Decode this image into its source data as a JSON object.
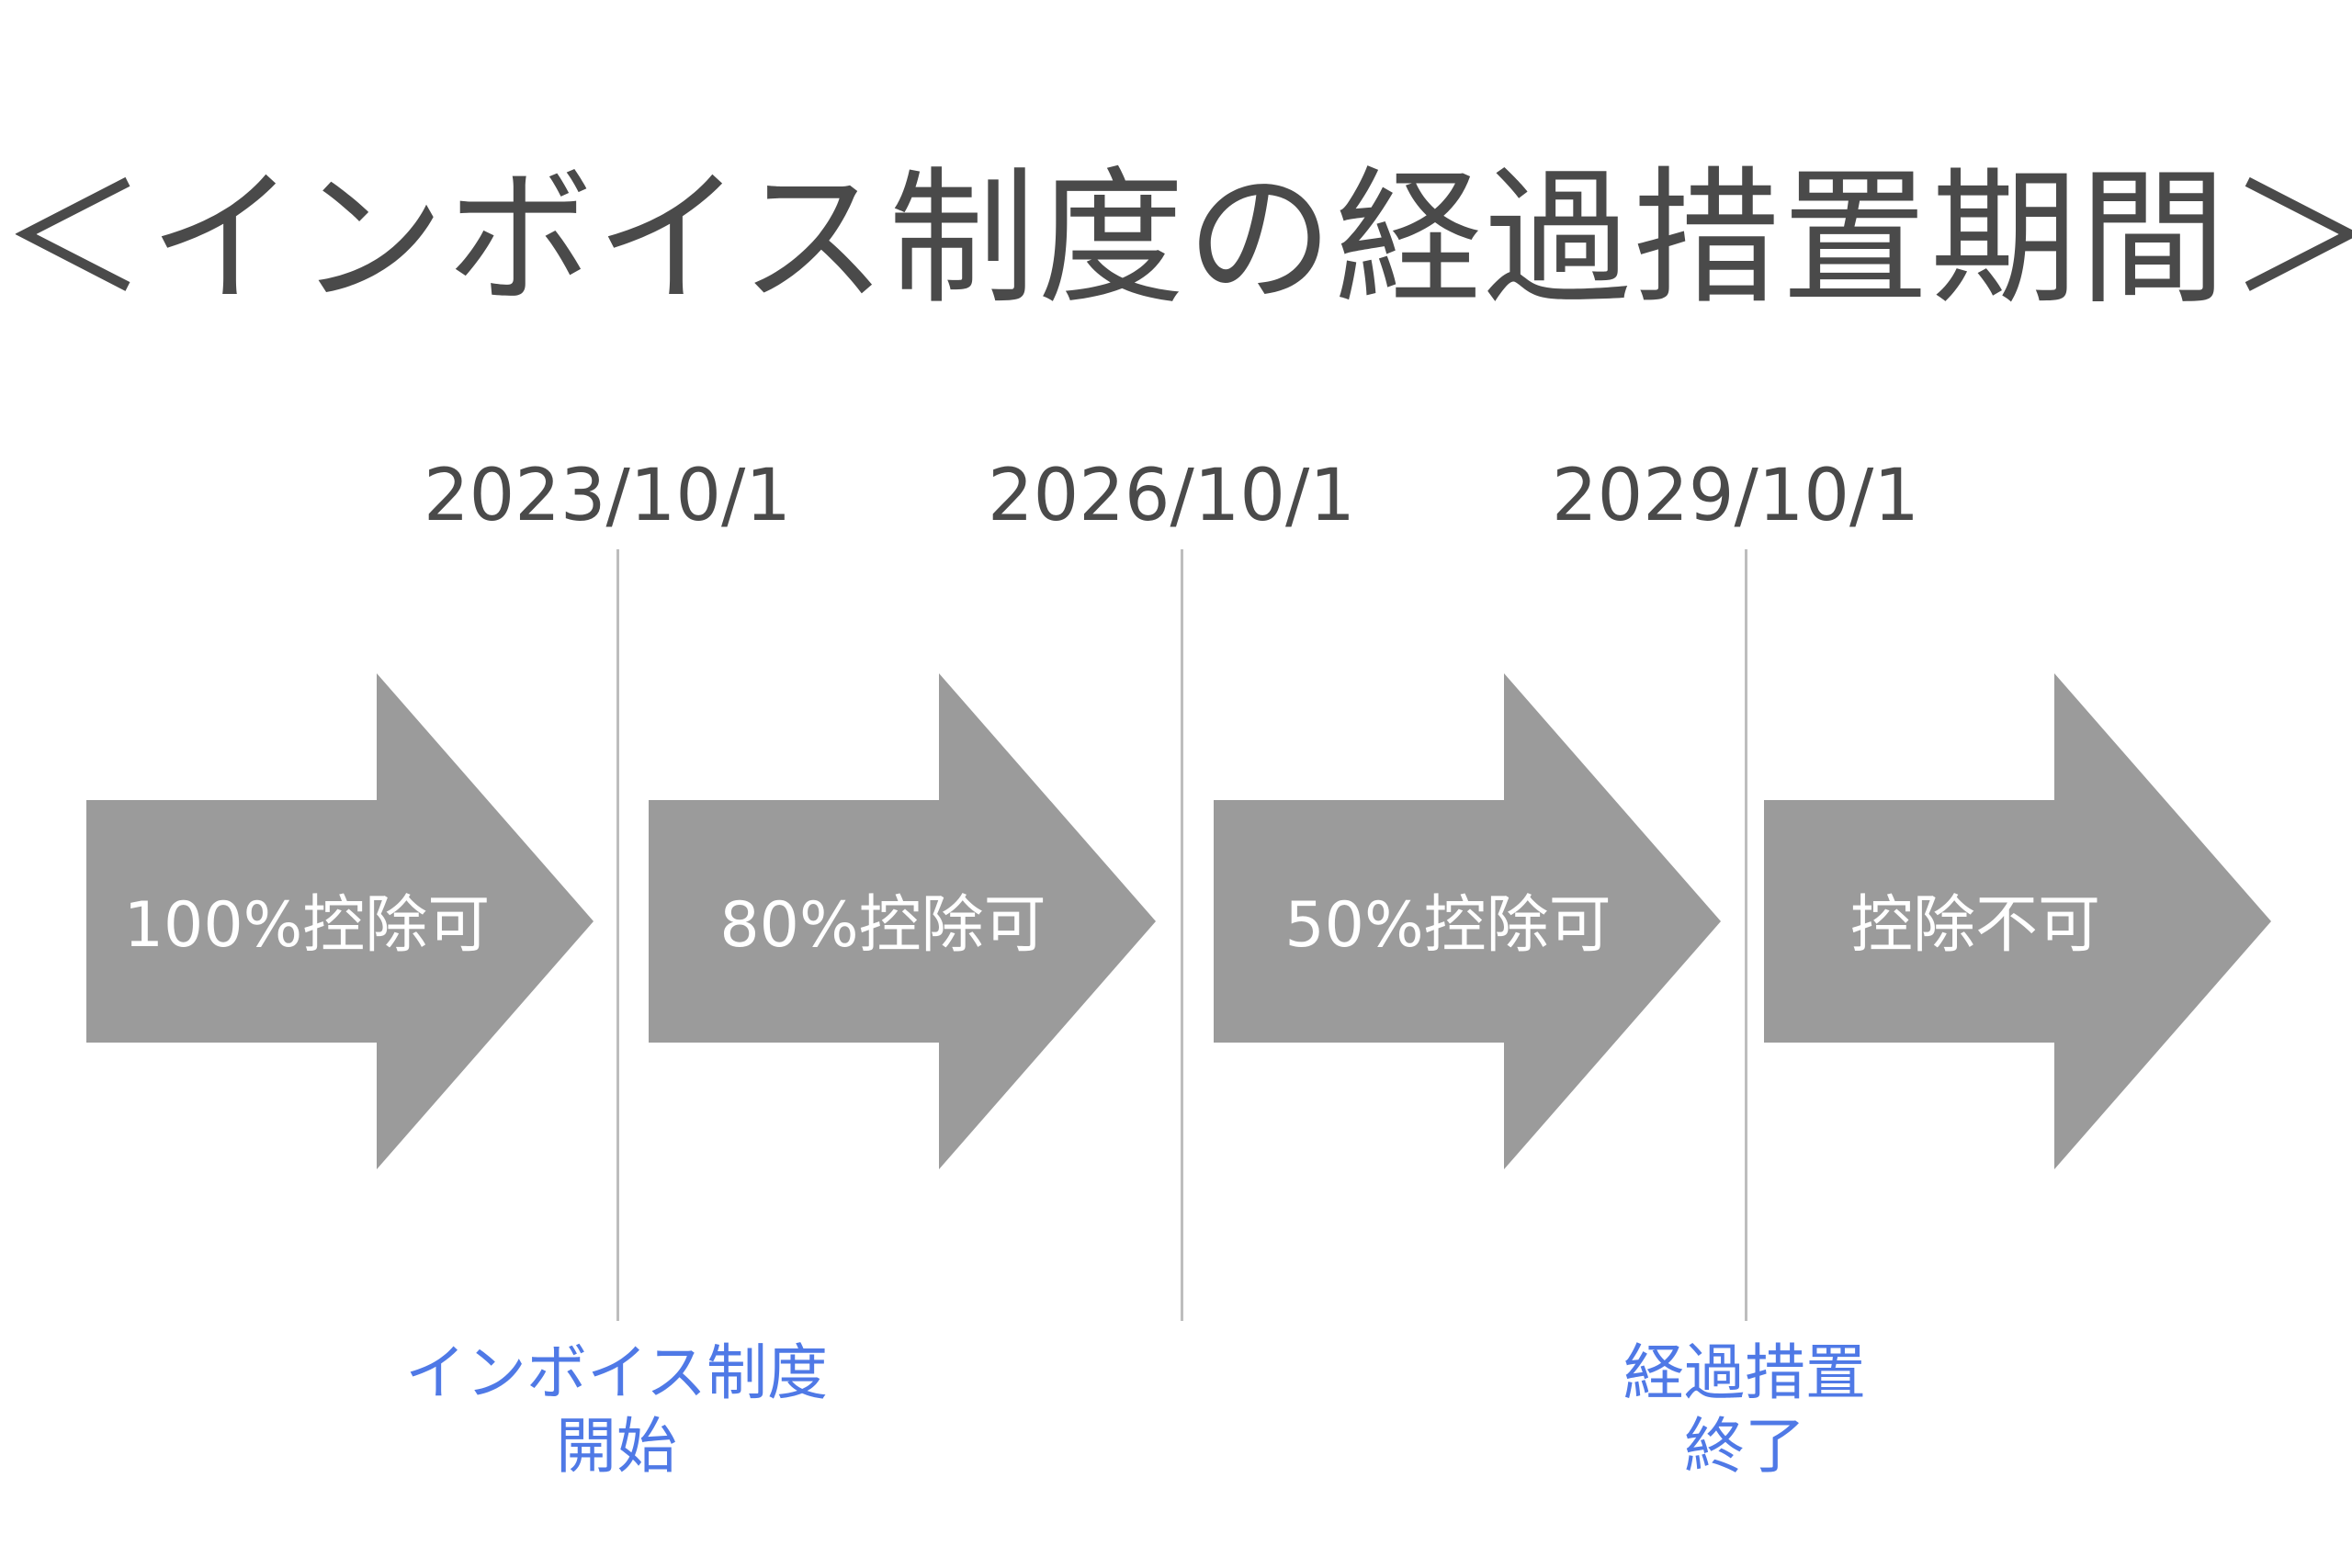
{
  "title": "＜インボイス制度の経過措置期間＞",
  "dates": [
    "2023/10/1",
    "2026/10/1",
    "2029/10/1"
  ],
  "arrows": [
    {
      "label": "100%控除可"
    },
    {
      "label": "80%控除可"
    },
    {
      "label": "50%控除可"
    },
    {
      "label": "控除不可"
    }
  ],
  "events": [
    {
      "line1": "インボイス制度",
      "line2": "開始"
    },
    {
      "line1": "経過措置",
      "line2": "終了"
    }
  ],
  "colors": {
    "text": "#4a4a4a",
    "arrow": "#9b9b9b",
    "arrow_text": "#ffffff",
    "divider": "#bdbdbd",
    "event_text": "#4f79e6"
  }
}
